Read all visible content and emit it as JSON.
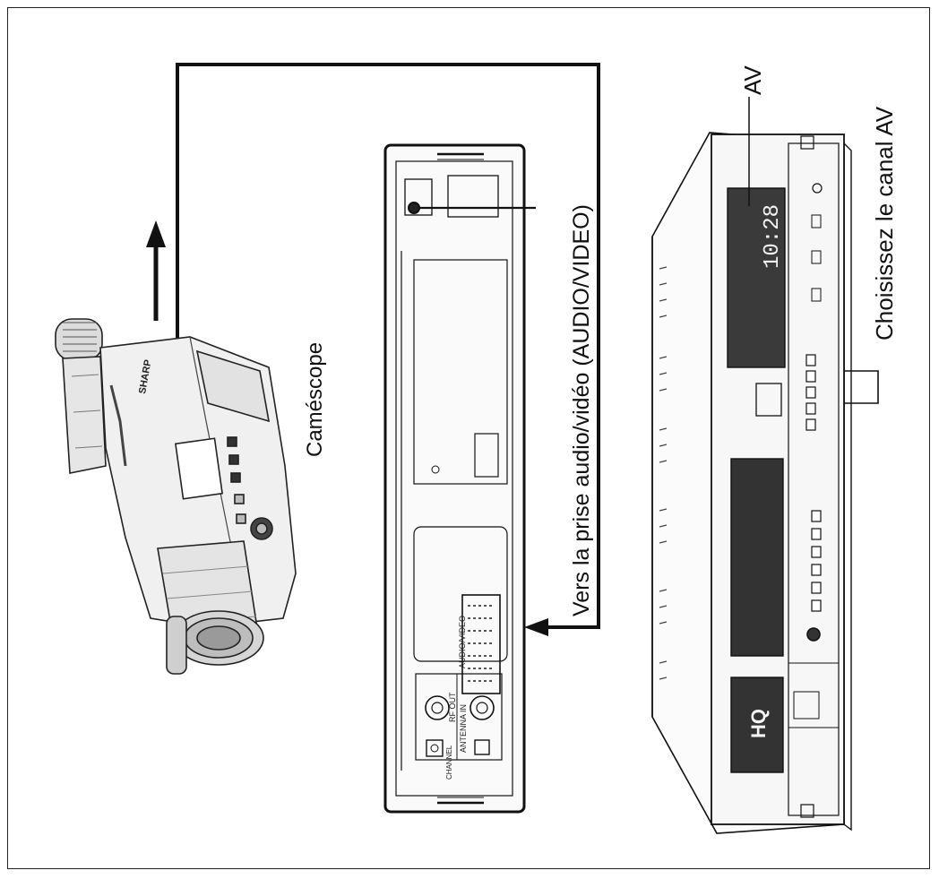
{
  "labels": {
    "camcorder": "Caméscope",
    "av_jack": "Vers la prise audio/vidéo (AUDIO/VIDEO)",
    "av": "AV",
    "choose_channel": "Choisissez le canal AV"
  },
  "camcorder": {
    "brand": "SHARP"
  },
  "vcr_back_panel": {
    "audio_video": "AUDIO/VIDEO",
    "rf_out": "RF OUT",
    "antenna_in": "ANTENNA IN",
    "channel": "CHANNEL"
  },
  "vcr_front": {
    "display_time": "10:28",
    "logo": "HQ"
  }
}
